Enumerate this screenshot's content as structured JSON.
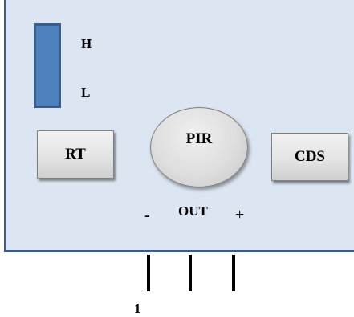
{
  "board": {
    "jumper": {
      "high_label": "H",
      "low_label": "L"
    },
    "components": {
      "rt_label": "RT",
      "pir_label": "PIR",
      "cds_label": "CDS"
    },
    "pins": {
      "minus_label": "-",
      "out_label": "OUT",
      "plus_label": "+",
      "pin1_label": "1"
    }
  },
  "colors": {
    "board_fill": "#dce6f2",
    "board_border": "#395e8e",
    "jumper_fill": "#4f81bd",
    "component_fill": "#e4e4e4",
    "pin": "#000000"
  }
}
